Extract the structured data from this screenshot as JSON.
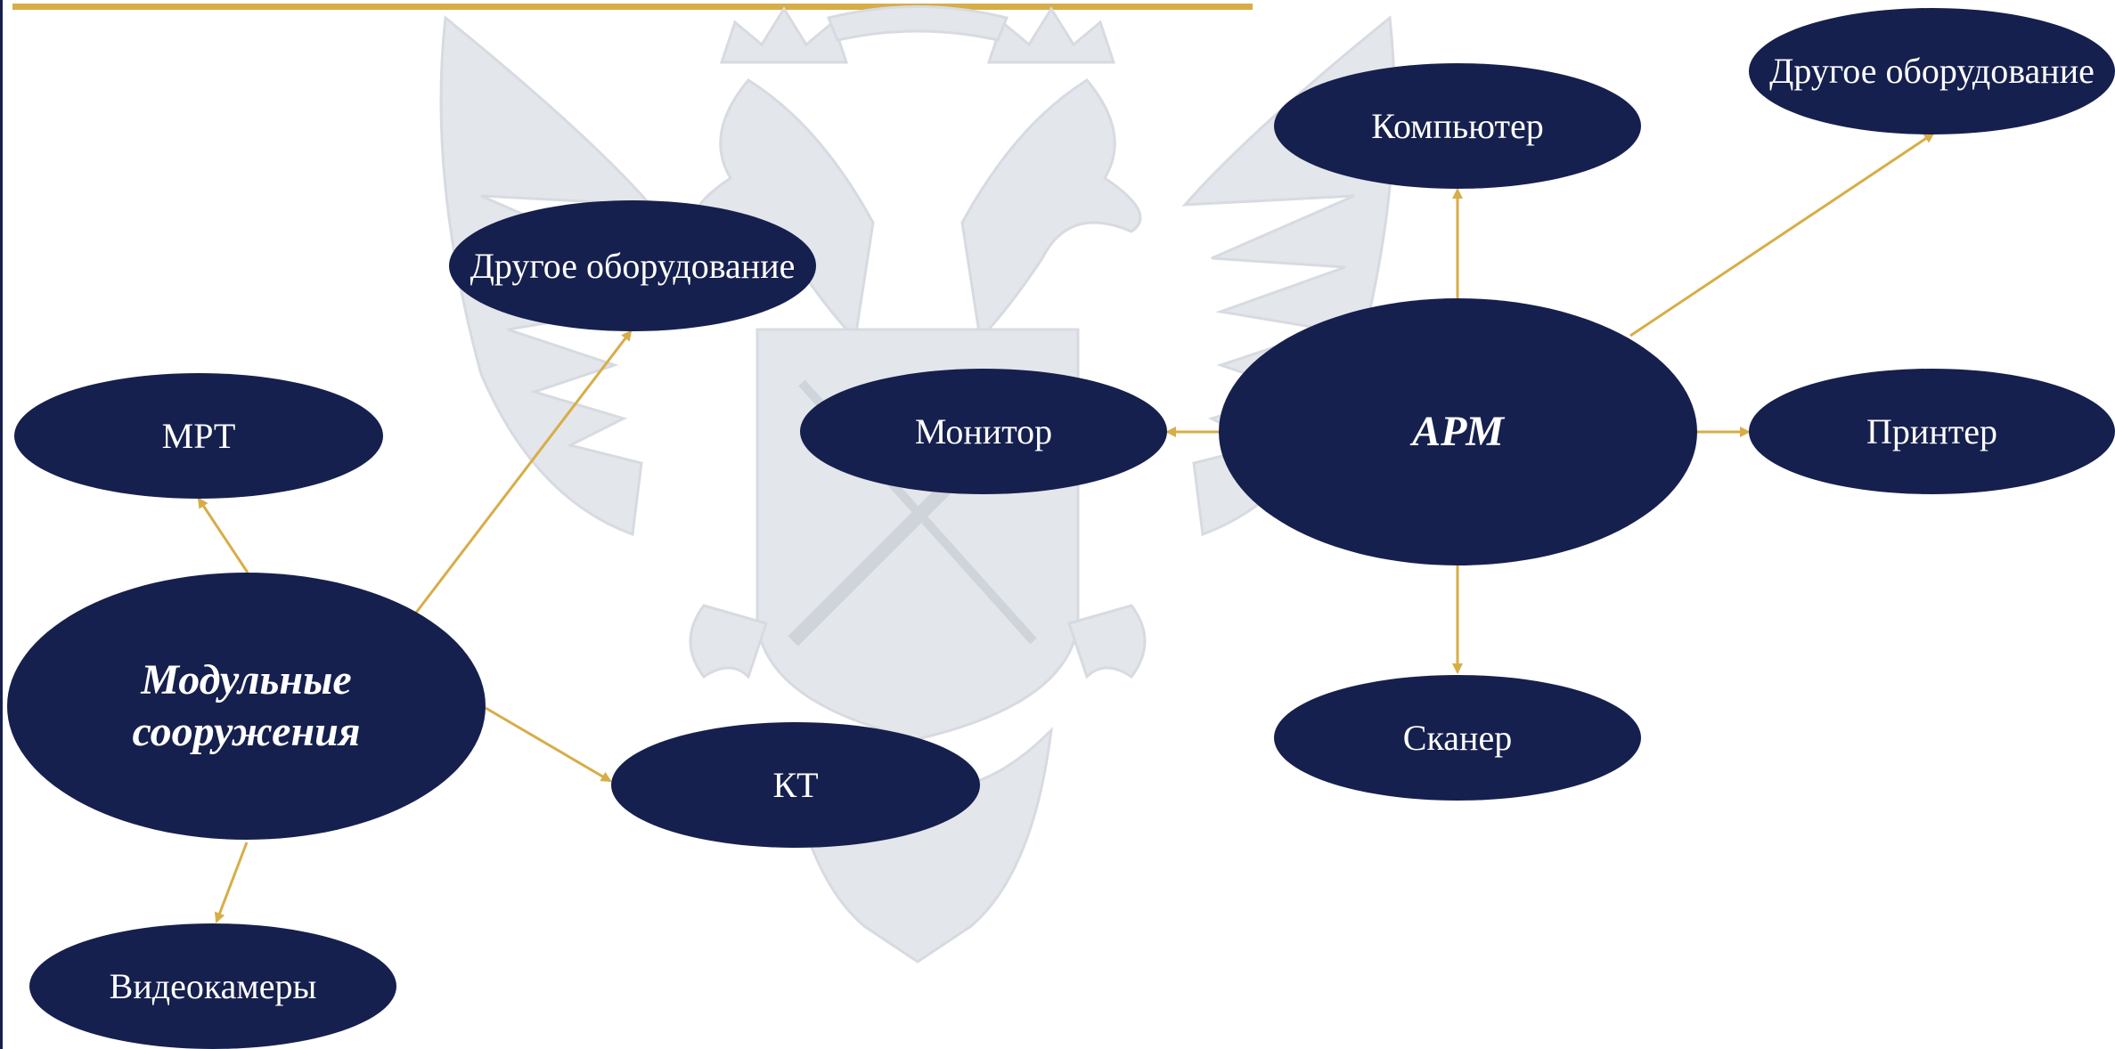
{
  "colors": {
    "node_fill": "#16204e",
    "node_text": "#ffffff",
    "connector": "#d7ad47",
    "accent_rule": "#d7ad47",
    "watermark": "#dcdfe5"
  },
  "watermark": {
    "icon": "double-headed-eagle-emblem"
  },
  "nodes": {
    "modular": "Модульные сооружения",
    "mrt": "МРТ",
    "other_left": "Другое оборудование",
    "kt": "КТ",
    "cameras": "Видеокамеры",
    "arm": "АРМ",
    "computer": "Компьютер",
    "other_right": "Другое оборудование",
    "monitor": "Монитор",
    "printer": "Принтер",
    "scanner": "Сканер"
  }
}
